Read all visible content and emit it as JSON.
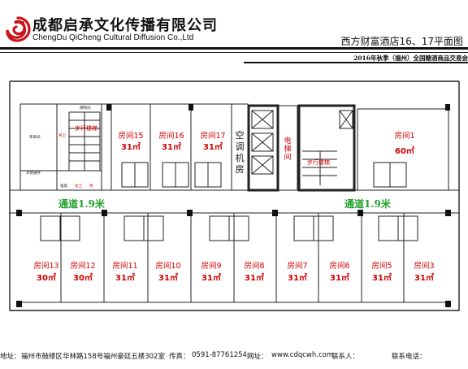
{
  "header": {
    "company_cn": "成都启承文化传播有限公司",
    "company_en": "ChengDu QiCheng Cultural Diffusion Co.,Ltd",
    "plan_title": "西方财富酒店16、17平面图",
    "event_line": "2016年秋季（福州）全国糖酒商品交易会"
  },
  "plan": {
    "rooms_top": [
      {
        "name": "房间15",
        "area": "31㎡"
      },
      {
        "name": "房间16",
        "area": "31㎡"
      },
      {
        "name": "房间17",
        "area": "31㎡"
      },
      {
        "name": "房间1",
        "area": "60㎡"
      }
    ],
    "rooms_bottom": [
      {
        "name": "房间13",
        "area": "30㎡"
      },
      {
        "name": "房间12",
        "area": "30㎡"
      },
      {
        "name": "房间11",
        "area": "31㎡"
      },
      {
        "name": "房间10",
        "area": "31㎡"
      },
      {
        "name": "房间9",
        "area": "31㎡"
      },
      {
        "name": "房间8",
        "area": "31㎡"
      },
      {
        "name": "房间7",
        "area": "31㎡"
      },
      {
        "name": "房间6",
        "area": "31㎡"
      },
      {
        "name": "房间5",
        "area": "31㎡"
      },
      {
        "name": "房间3",
        "area": "31㎡"
      }
    ],
    "corridor_left": "通道1.9米",
    "corridor_right": "通道1.9米",
    "stairs_left": "步行楼梯",
    "stairs_right": "步行楼梯",
    "elevator": "电梯间",
    "ac_room": "空调机房",
    "small_labels": {
      "storage": "储物间",
      "cleaning": "布草间",
      "men_wc": "男卫",
      "water_well": "水管通井",
      "women_wc": "女卫",
      "men_wc2": "男",
      "utility": "强电"
    }
  },
  "footer": {
    "address_label": "地址：",
    "address": "福州市鼓楼区华林路158号福州豪廷五楼302室",
    "fax_label": "传真：",
    "fax": "0591-87761254",
    "web_label": "网址：",
    "web": "www.cdqcwh.com",
    "contact_label": "联系人：",
    "phone_label": "联系电话："
  }
}
